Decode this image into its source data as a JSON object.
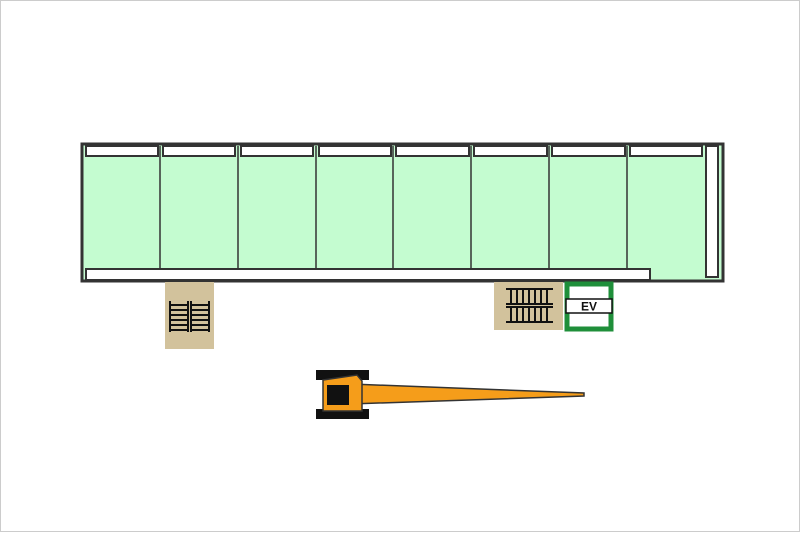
{
  "plan": {
    "units": [
      "unit-1",
      "unit-2",
      "unit-3",
      "unit-4",
      "unit-5",
      "unit-6",
      "unit-7",
      "unit-8"
    ],
    "stairs": [
      "stair-west",
      "stair-east"
    ],
    "elevator": {
      "label": "EV"
    },
    "crane": {
      "label": ""
    }
  },
  "colors": {
    "room_fill": "#c4fcd0",
    "wall": "#333333",
    "stair_fill": "#d2c29c",
    "ev_green": "#1f8f3a",
    "crane_body": "#f59d1a",
    "track": "#111111"
  }
}
